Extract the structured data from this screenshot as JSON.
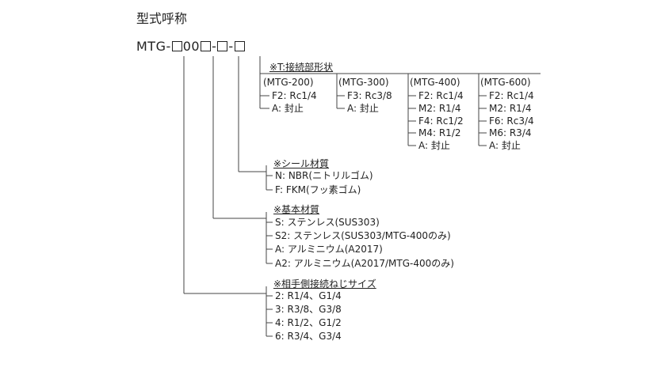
{
  "title": "型式呼称",
  "model": {
    "prefix": "MTG-",
    "mid": "00",
    "dash1": "-",
    "dash2": "-"
  },
  "port": {
    "heading": "※T:接続部形状",
    "groups": [
      {
        "name": "(MTG-200)",
        "items": [
          "F2: Rc1/4",
          "A: 封止"
        ]
      },
      {
        "name": "(MTG-300)",
        "items": [
          "F3: Rc3/8",
          "A: 封止"
        ]
      },
      {
        "name": "(MTG-400)",
        "items": [
          "F2: Rc1/4",
          "M2: R1/4",
          "F4: Rc1/2",
          "M4: R1/2",
          "A: 封止"
        ]
      },
      {
        "name": "(MTG-600)",
        "items": [
          "F2: Rc1/4",
          "M2: R1/4",
          "F6: Rc3/4",
          "M6: R3/4",
          "A: 封止"
        ]
      }
    ]
  },
  "seal": {
    "heading": "※シール材質",
    "items": [
      "N: NBR(ニトリルゴム)",
      "F: FKM(フッ素ゴム)"
    ]
  },
  "base": {
    "heading": "※基本材質",
    "items": [
      "S: ステンレス(SUS303)",
      "S2: ステンレス(SUS303/MTG-400のみ)",
      "A: アルミニウム(A2017)",
      "A2: アルミニウム(A2017/MTG-400のみ)"
    ]
  },
  "conn": {
    "heading": "※相手側接続ねじサイズ",
    "items": [
      "2: R1/4、G1/4",
      "3: R3/8、G3/8",
      "4: R1/2、G1/2",
      "6: R3/4、G3/4"
    ]
  }
}
